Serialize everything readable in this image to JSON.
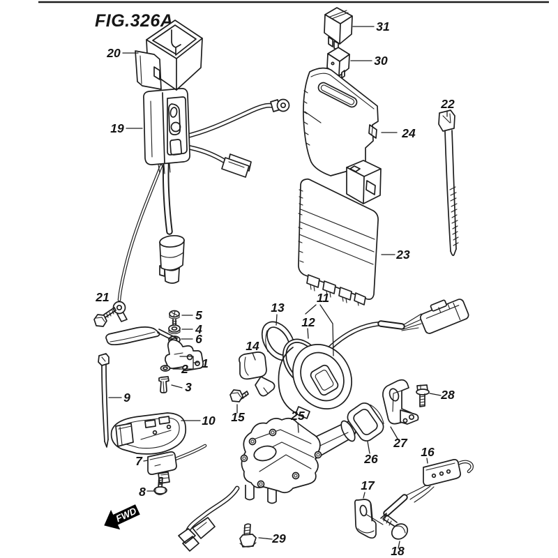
{
  "figure": {
    "title": "FIG.326A"
  },
  "direction_indicator": {
    "label": "FWD"
  },
  "colors": {
    "line": "#1d1d1d",
    "background": "#ffffff",
    "fwd_fill": "#000000",
    "fwd_text": "#ffffff"
  },
  "labels": {
    "l1": "1",
    "l2": "2",
    "l3": "3",
    "l4": "4",
    "l5": "5",
    "l6": "6",
    "l7": "7",
    "l8": "8",
    "l9": "9",
    "l10": "10",
    "l11": "11",
    "l12": "12",
    "l13": "13",
    "l14": "14",
    "l15": "15",
    "l16": "16",
    "l17": "17",
    "l18": "18",
    "l19": "19",
    "l20": "20",
    "l21": "21",
    "l22": "22",
    "l23": "23",
    "l24": "24",
    "l25": "25",
    "l26": "26",
    "l27": "27",
    "l28": "28",
    "l29": "29",
    "l30": "30",
    "l31": "31"
  }
}
